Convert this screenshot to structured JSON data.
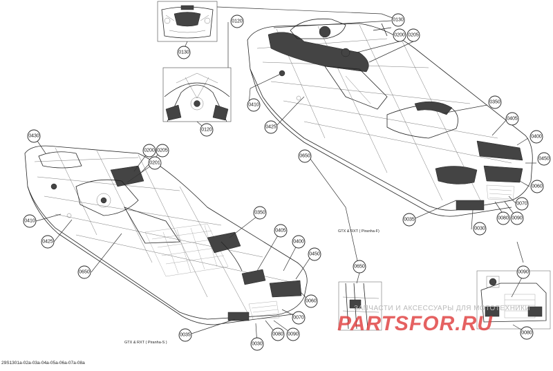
{
  "document_id": "29S1301a-02a-03a-04a-05a-06a-07a-08a",
  "captions": {
    "upper_model": "GTX & RXT ( Piranha-F)",
    "lower_model": "GTX & RXT ( Piranha-S )"
  },
  "watermark": {
    "top_text": "ЗАПЧАСТИ И АКСЕССУАРЫ ДЛЯ МОТОТЕХНИКИ",
    "logo_text": "PARTSFOR.RU"
  },
  "callouts": {
    "c_0130_inset": "0130",
    "c_0130_main": "0130",
    "c_0120_top": "0120",
    "c_0120_inset": "0120",
    "c_0200_up": "0200",
    "c_0205_up": "0205",
    "c_0410_up": "0410",
    "c_0425_up": "0425",
    "c_0650_up": "0650",
    "c_0350_up": "0350",
    "c_0405_up": "0405",
    "c_0400_up": "0400",
    "c_0450_up": "0450",
    "c_0060_up": "0060",
    "c_0070_up": "0070",
    "c_0035_up": "0035",
    "c_0030_up": "0030",
    "c_0080_up": "0080",
    "c_0090_up": "0090",
    "c_0430_low": "0430",
    "c_0200_low": "0200",
    "c_0205_low": "0205",
    "c_0201_low": "0201",
    "c_0410_low": "0410",
    "c_0425_low": "0425",
    "c_0650_low": "0650",
    "c_0350_low": "0350",
    "c_0405_low": "0405",
    "c_0400_low": "0400",
    "c_0450_low": "0450",
    "c_0060_low": "0060",
    "c_0070_low": "0070",
    "c_0035_low": "0035",
    "c_0030_low": "0030",
    "c_0080_low": "0080",
    "c_0090_low": "0090",
    "c_0650_det": "0650",
    "c_0090_det": "0090",
    "c_0080_det": "0080"
  }
}
